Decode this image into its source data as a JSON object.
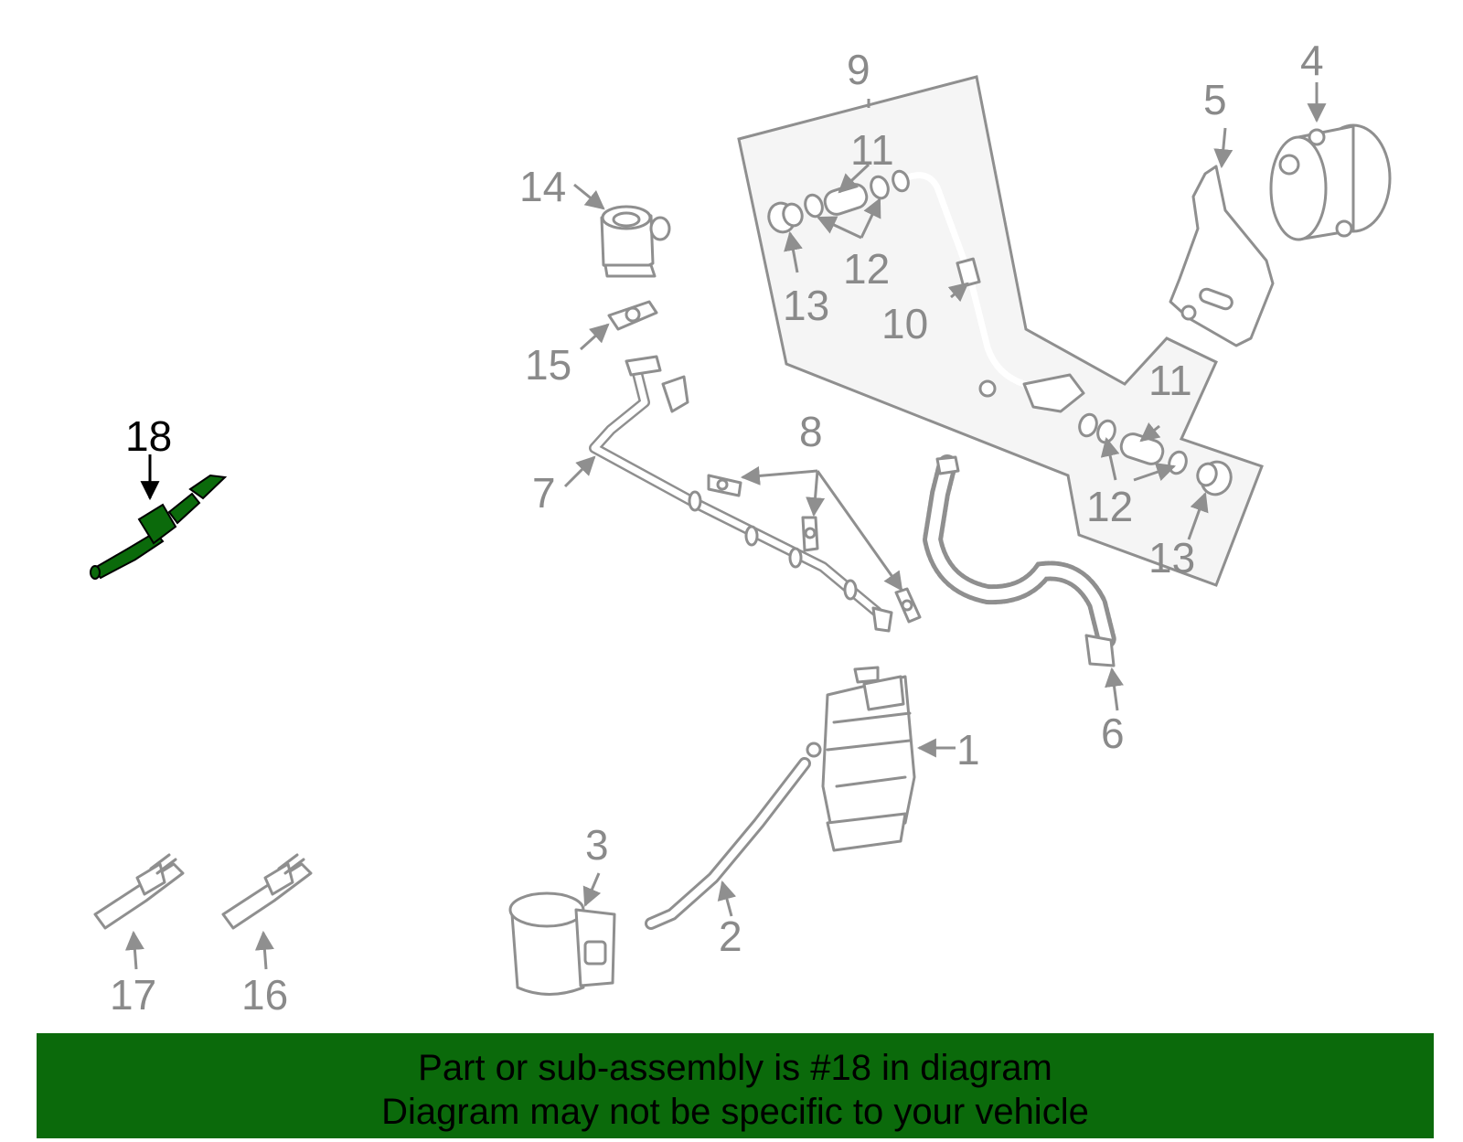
{
  "callouts": {
    "c1": "1",
    "c2": "2",
    "c3": "3",
    "c4": "4",
    "c5": "5",
    "c6": "6",
    "c7": "7",
    "c8": "8",
    "c9": "9",
    "c10": "10",
    "c11a": "11",
    "c11b": "11",
    "c12a": "12",
    "c12b": "12",
    "c13a": "13",
    "c13b": "13",
    "c14": "14",
    "c15": "15",
    "c16": "16",
    "c17": "17",
    "c18": "18"
  },
  "highlight": {
    "part_number": "18",
    "color": "#0b6a0b"
  },
  "banner": {
    "line1": "Part or sub-assembly is #18 in diagram",
    "line2": "Diagram may not be specific to your vehicle",
    "background": "#0b6a0b"
  }
}
